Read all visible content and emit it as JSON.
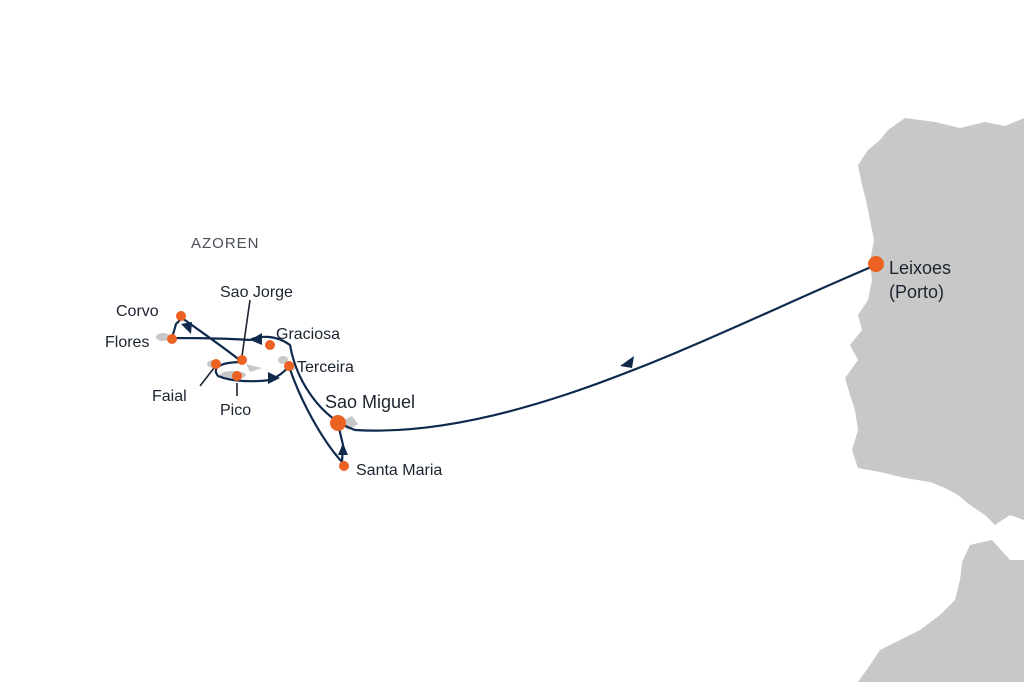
{
  "map": {
    "region_label": "AZOREN",
    "colors": {
      "route": "#0f2a4c",
      "port": "#ec6223",
      "land": "#c8c8c8",
      "text": "#1c2430"
    },
    "ports": [
      {
        "id": "leixoes",
        "name": "Leixoes",
        "name_line2": "(Porto)"
      },
      {
        "id": "corvo",
        "name": "Corvo"
      },
      {
        "id": "flores",
        "name": "Flores"
      },
      {
        "id": "sao-jorge",
        "name": "Sao Jorge"
      },
      {
        "id": "graciosa",
        "name": "Graciosa"
      },
      {
        "id": "terceira",
        "name": "Terceira"
      },
      {
        "id": "faial",
        "name": "Faial"
      },
      {
        "id": "pico",
        "name": "Pico"
      },
      {
        "id": "sao-miguel",
        "name": "Sao Miguel"
      },
      {
        "id": "santa-maria",
        "name": "Santa Maria"
      }
    ]
  }
}
